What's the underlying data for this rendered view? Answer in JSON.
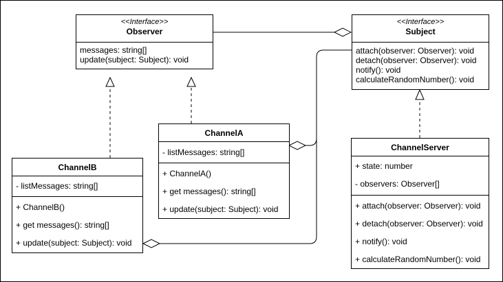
{
  "colors": {
    "line": "#000000",
    "background": "#ffffff"
  },
  "classes": {
    "observer": {
      "stereotype": "<<Interface>>",
      "name": "Observer",
      "attributes": [
        "messages: string[]",
        "update(subject: Subject): void"
      ]
    },
    "subject": {
      "stereotype": "<<Interface>>",
      "name": "Subject",
      "attributes": [
        "attach(observer: Observer): void",
        "detach(observer: Observer): void",
        "notify(): void",
        "calculateRandomNumber(): void"
      ]
    },
    "channelA": {
      "name": "ChannelA",
      "attributes": [
        "- listMessages: string[]"
      ],
      "methods": [
        "+ ChannelA()",
        "+ get messages(): string[]",
        "+ update(subject: Subject): void"
      ]
    },
    "channelB": {
      "name": "ChannelB",
      "attributes": [
        "- listMessages: string[]"
      ],
      "methods": [
        "+ ChannelB()",
        "+ get messages(): string[]",
        "+ update(subject: Subject): void"
      ]
    },
    "channelServer": {
      "name": "ChannelServer",
      "attributes": [
        "+ state: number",
        "- observers: Observer[]"
      ],
      "methods": [
        "+ attach(observer: Observer): void",
        "+ detach(observer: Observer): void",
        "+ notify(): void",
        "+ calculateRandomNumber(): void"
      ]
    }
  }
}
